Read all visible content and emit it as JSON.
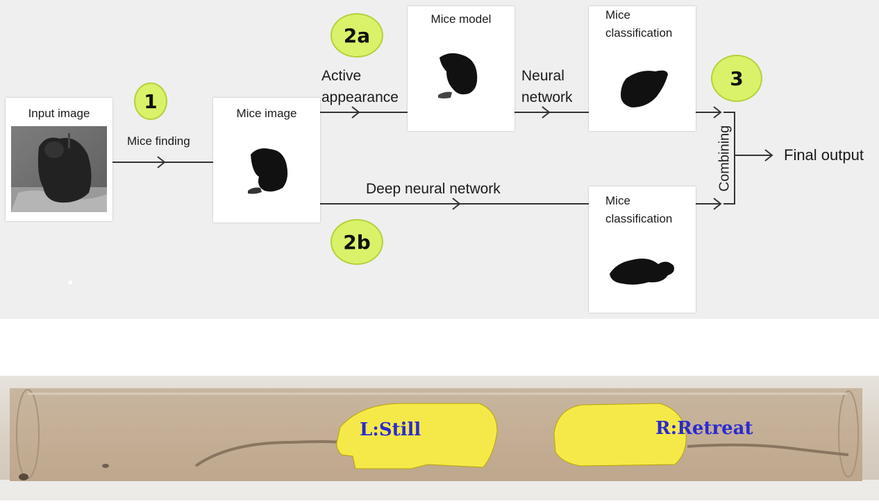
{
  "diagram": {
    "input_box": {
      "title": "Input image"
    },
    "mice_image_box": {
      "title": "Mice image"
    },
    "mice_model_box": {
      "title": "Mice model"
    },
    "classification_top": {
      "title": "Mice\nclassification"
    },
    "classification_bottom": {
      "title": "Mice\nclassification"
    },
    "steps": {
      "step1": "1",
      "step2a": "2a",
      "step2b": "2b",
      "step3": "3"
    },
    "edges": {
      "mice_finding": "Mice finding",
      "active_appearance": "Active\nappearance",
      "neural_network": "Neural\nnetwork",
      "deep_neural_network": "Deep neural network",
      "combining": "Combining",
      "final_output": "Final output"
    },
    "colors": {
      "badge_fill": "#d9f26a",
      "panel_bg": "#efefef",
      "label_color": "#2b2bd0",
      "overlay_yellow": "#f5e94a"
    }
  },
  "tube": {
    "left_label": "L:Still",
    "right_label": "R:Retreat"
  }
}
